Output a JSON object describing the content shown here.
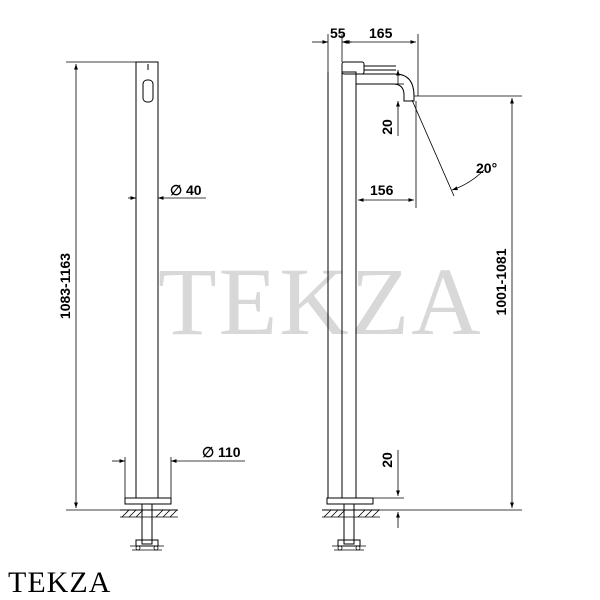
{
  "dimensions": {
    "d55": "55",
    "d165": "165",
    "d20_top": "20",
    "d20_angle": "20°",
    "d156": "156",
    "d1001": "1001-1081",
    "d20_bottom": "20",
    "d1083": "1083-1163",
    "d40": "40",
    "d110": "110",
    "dia_symbol": "∅"
  },
  "watermark": "TEKZA",
  "brand": "TEKZA"
}
